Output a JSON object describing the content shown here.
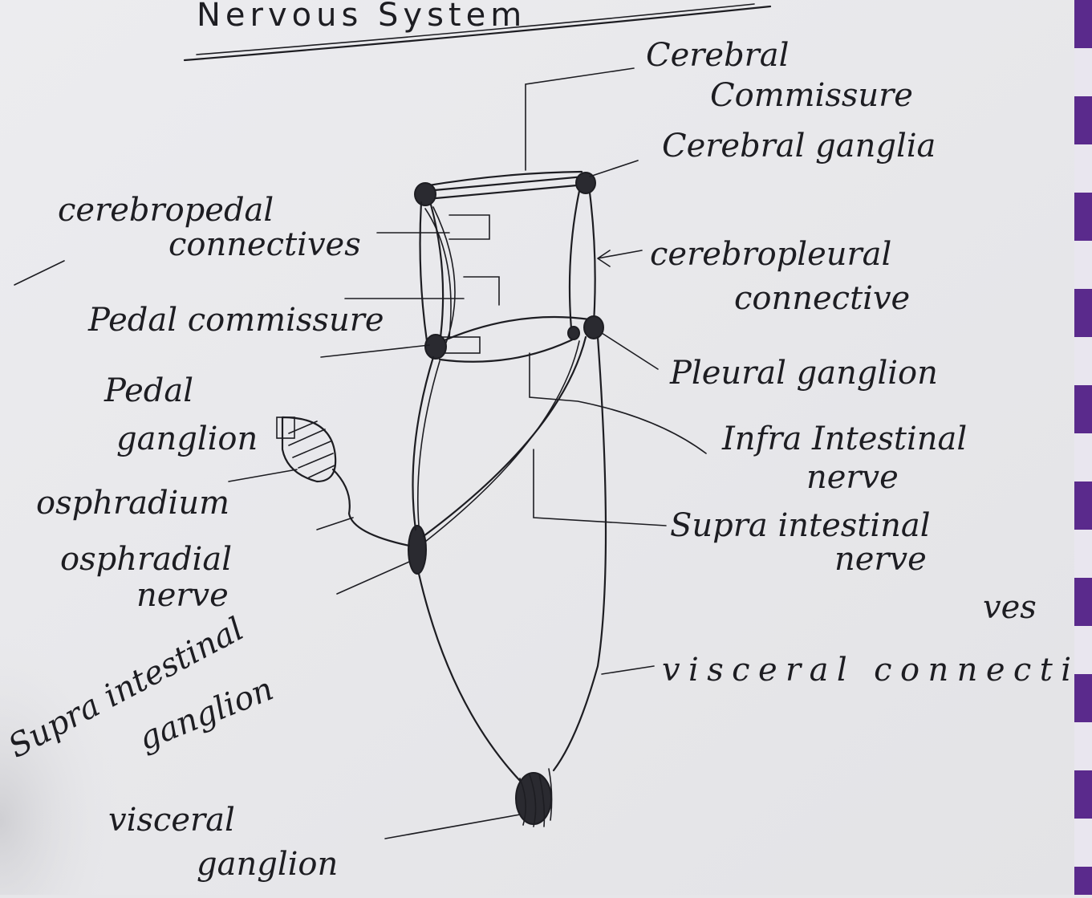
{
  "title": "Nervous System",
  "labels": {
    "cerebral_commissure": [
      "Cerebral",
      "Commissure"
    ],
    "cerebral_ganglia": "Cerebral ganglia",
    "cerebropedal_connectives": [
      "cerebropedal",
      "connectives"
    ],
    "cerebropleural_connective": [
      "cerebropleural",
      "connective"
    ],
    "pedal_commissure": "Pedal commissure",
    "pleural_ganglion": "Pleural ganglion",
    "pedal_ganglion": [
      "Pedal",
      "ganglion"
    ],
    "infra_intestinal_nerve": [
      "Infra Intestinal",
      "nerve"
    ],
    "osphradium": "osphradium",
    "osphradial_nerve": [
      "osphradial",
      "nerve"
    ],
    "supra_intestinal_nerve": [
      "Supra intestinal",
      "nerve"
    ],
    "supra_intestinal_ganglion": [
      "Supra intestinal",
      "ganglion"
    ],
    "visceral_connectives": [
      "visceral connecti",
      "ves"
    ],
    "visceral_ganglion": [
      "visceral",
      "ganglion"
    ]
  }
}
